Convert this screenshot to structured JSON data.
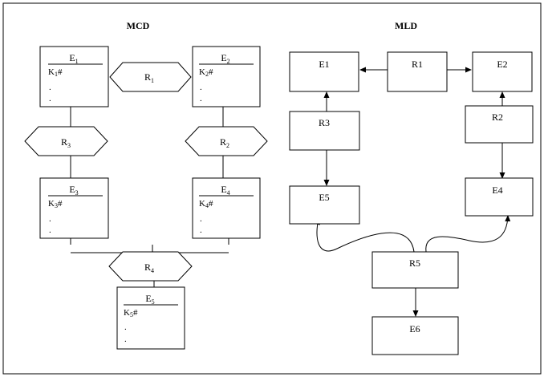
{
  "mcd": {
    "title": "MCD",
    "entities": [
      {
        "id": "E1",
        "name": "E",
        "sub": "1",
        "key": "K",
        "key_sub": "1",
        "key_suffix": "#",
        "dots": [
          ".",
          "."
        ]
      },
      {
        "id": "E2",
        "name": "E",
        "sub": "2",
        "key": "K",
        "key_sub": "2",
        "key_suffix": "#",
        "dots": [
          ".",
          "."
        ]
      },
      {
        "id": "E3",
        "name": "E",
        "sub": "3",
        "key": "K",
        "key_sub": "3",
        "key_suffix": "#",
        "dots": [
          ".",
          "."
        ]
      },
      {
        "id": "E4",
        "name": "E",
        "sub": "4",
        "key": "K",
        "key_sub": "4",
        "key_suffix": "#",
        "dots": [
          ".",
          "."
        ]
      },
      {
        "id": "E5",
        "name": "E",
        "sub": "5",
        "key": "K",
        "key_sub": "5",
        "key_suffix": "#",
        "dots": [
          ".",
          "."
        ]
      }
    ],
    "relations": [
      {
        "id": "R1",
        "name": "R",
        "sub": "1"
      },
      {
        "id": "R2",
        "name": "R",
        "sub": "2"
      },
      {
        "id": "R3",
        "name": "R",
        "sub": "3"
      },
      {
        "id": "R4",
        "name": "R",
        "sub": "4"
      }
    ]
  },
  "mld": {
    "title": "MLD",
    "tables": [
      "E1",
      "R1",
      "E2",
      "R3",
      "R2",
      "E5",
      "E4",
      "R5",
      "E6"
    ]
  },
  "colors": {
    "line": "#000000",
    "background": "#ffffff"
  }
}
